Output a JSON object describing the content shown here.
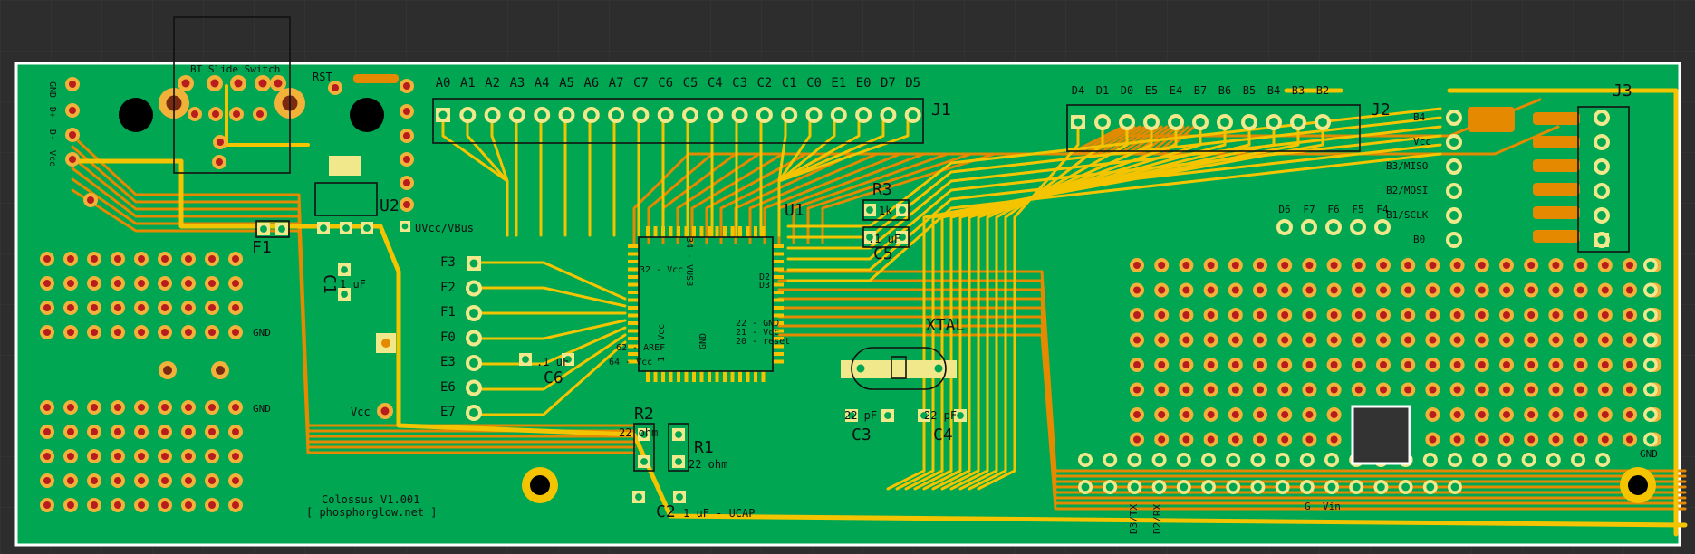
{
  "board": {
    "title": "Colossus V1.001",
    "url": "[ phosphorglow.net ]",
    "colors": {
      "background": "#2d2d2d",
      "board": "#00a651",
      "copper_top": "#f5c400",
      "copper_bottom": "#e58a00",
      "pad_ring": "#f2b23a",
      "pad_hole": "#b81d1d",
      "silkscreen": "#111111"
    }
  },
  "connectors": {
    "usb_pins": [
      "GND",
      "D+",
      "D-",
      "Vcc"
    ],
    "bt_switch": "BT Slide Switch",
    "rst": "RST",
    "j1": {
      "ref": "J1",
      "pins": [
        "A0",
        "A1",
        "A2",
        "A3",
        "A4",
        "A5",
        "A6",
        "A7",
        "C7",
        "C6",
        "C5",
        "C4",
        "C3",
        "C2",
        "C1",
        "C0",
        "E1",
        "E0",
        "D7",
        "D5"
      ]
    },
    "j2": {
      "ref": "J2",
      "pins": [
        "D4",
        "D1",
        "D0",
        "E5",
        "E4",
        "B7",
        "B6",
        "B5",
        "B4",
        "B3",
        "B2"
      ]
    },
    "j3": {
      "ref": "J3",
      "pins": [
        "B4",
        "Vcc",
        "B3/MISO",
        "B2/MOSI",
        "B1/SCLK",
        "B0"
      ]
    },
    "f_row": [
      "D6",
      "F7",
      "F6",
      "F5",
      "F4"
    ],
    "f_col": [
      "F3",
      "F2",
      "F1",
      "F0",
      "E3",
      "E6",
      "E7"
    ]
  },
  "components": {
    "f1": "F1",
    "u2": "U2",
    "uvcc": "UVcc/VBus",
    "c1_ref": "C1",
    "c1_val": "1 uF",
    "u1": "U1",
    "r3_ref": "R3",
    "r3_val": "1k",
    "c5_ref": "C5",
    "c5_val": ".1 uF",
    "c6_ref": "C6",
    "c6_val": ".1 uF",
    "xtal": "XTAL",
    "c3_ref": "C3",
    "c3_val": "22 pF",
    "c4_ref": "C4",
    "c4_val": "22 pF",
    "r2_ref": "R2",
    "r2_val": "22 ohm",
    "r1_ref": "R1",
    "r1_val": "22 ohm",
    "c2_ref": "C2",
    "c2_val": "1 uF - UCAP",
    "vcc": "Vcc",
    "gnd": "GND",
    "gnd2": "GND",
    "gnd3": "GND",
    "d3_tx": "D3/TX",
    "d2_rx": "D2/RX",
    "g": "G",
    "vin": "Vin"
  },
  "ic": {
    "pin32": "32 - Vcc",
    "pin34": "34 - VUSB",
    "pin22": "22 - GND",
    "pin21": "21 - Vcc",
    "pin20": "20 - reset",
    "pin62": "62 - AREF",
    "pin64": "64 - Vcc",
    "pin1": "1 - Vcc",
    "d2": "D2",
    "d3": "D3",
    "gnd_b": "GND"
  }
}
